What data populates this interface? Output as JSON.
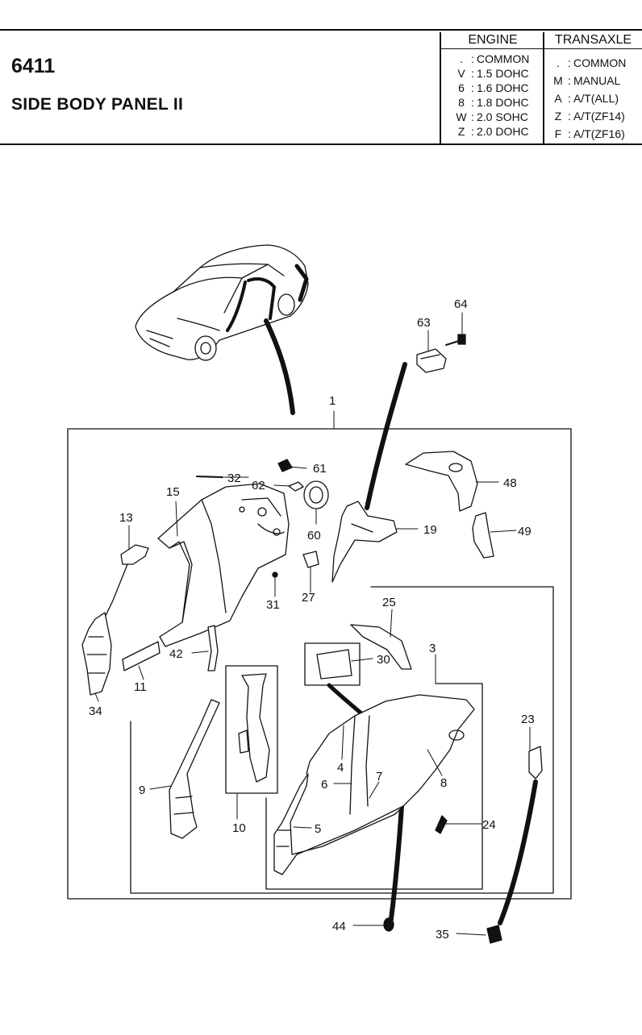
{
  "header": {
    "code": "6411",
    "title": "SIDE BODY PANEL II",
    "engine": {
      "heading": "ENGINE",
      "rows": [
        {
          "code": ".",
          "desc": "COMMON"
        },
        {
          "code": "V",
          "desc": "1.5 DOHC"
        },
        {
          "code": "6",
          "desc": "1.6 DOHC"
        },
        {
          "code": "8",
          "desc": "1.8 DOHC"
        },
        {
          "code": "W",
          "desc": "2.0 SOHC"
        },
        {
          "code": "Z",
          "desc": "2.0 DOHC"
        }
      ]
    },
    "transaxle": {
      "heading": "TRANSAXLE",
      "rows": [
        {
          "code": ".",
          "desc": "COMMON"
        },
        {
          "code": "M",
          "desc": "MANUAL"
        },
        {
          "code": "A",
          "desc": "A/T(ALL)"
        },
        {
          "code": "Z",
          "desc": "A/T(ZF14)"
        },
        {
          "code": "F",
          "desc": "A/T(ZF16)"
        }
      ]
    }
  },
  "callouts": {
    "p1": "1",
    "p3": "3",
    "p4": "4",
    "p5": "5",
    "p6": "6",
    "p7": "7",
    "p8": "8",
    "p9": "9",
    "p10": "10",
    "p11": "11",
    "p13": "13",
    "p15": "15",
    "p19": "19",
    "p23": "23",
    "p24": "24",
    "p25": "25",
    "p27": "27",
    "p30": "30",
    "p31": "31",
    "p32": "32",
    "p34": "34",
    "p35": "35",
    "p42": "42",
    "p44": "44",
    "p48": "48",
    "p49": "49",
    "p60": "60",
    "p61": "61",
    "p62": "62",
    "p63": "63",
    "p64": "64"
  }
}
